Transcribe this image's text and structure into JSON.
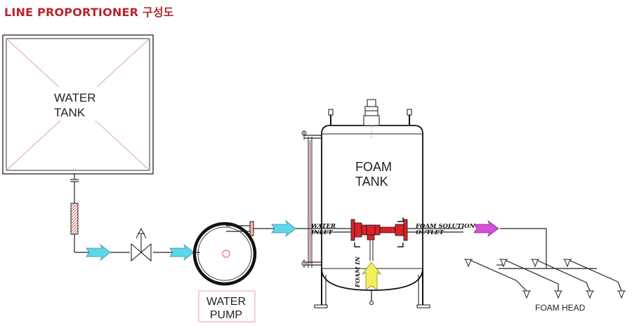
{
  "title": "LINE PROPORTIONER 구성도",
  "labels": {
    "water_tank_line1": "WATER",
    "water_tank_line2": "TANK",
    "foam_tank_line1": "FOAM",
    "foam_tank_line2": "TANK",
    "water_pump_line1": "WATER",
    "water_pump_line2": "PUMP",
    "water_inlet_line1": "WATER",
    "water_inlet_line2": "INLET",
    "foam_solution_line1": "FOAM  SOLUTION",
    "foam_solution_line2": "OUTLET",
    "foam_in": "FOAM  IN",
    "foam_head": "FOAM HEAD"
  },
  "colors": {
    "title": "#b8252c",
    "water_arrow": "#5ed6ea",
    "solution_arrow": "#d64fd6",
    "foam_arrow": "#f2ee5c",
    "proportioner": "#d8242a",
    "cross_lines": "#e8a0a0"
  },
  "icons": [
    "water-flow-arrow-icon",
    "solution-flow-arrow-icon",
    "foam-flow-arrow-icon",
    "gate-valve-icon",
    "foam-head-nozzle-icon"
  ]
}
